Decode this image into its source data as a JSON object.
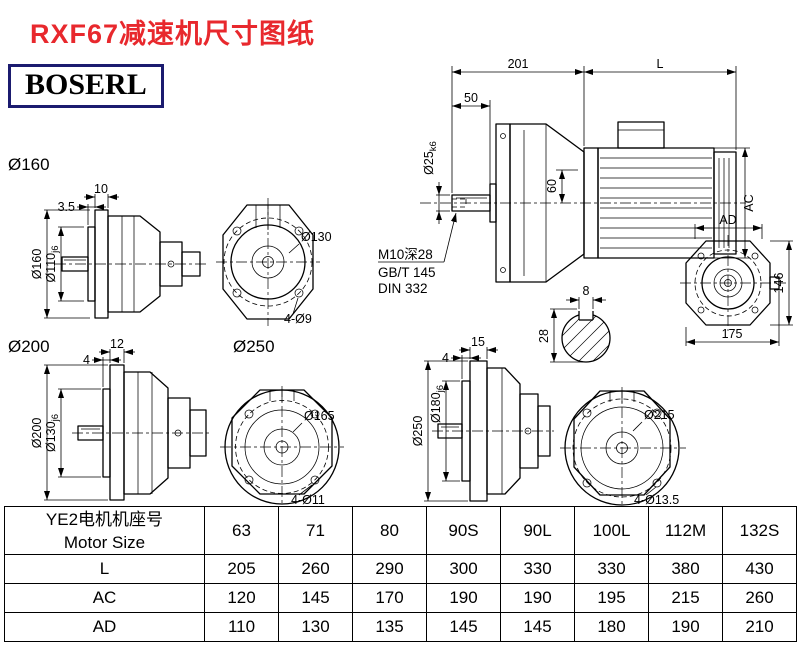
{
  "page": {
    "title": "RXF67减速机尺寸图纸",
    "brand": "BOSERL"
  },
  "colors": {
    "title": "#e8282d",
    "brand_border": "#1b1b6f",
    "line": "#000000"
  },
  "groups": {
    "g160": "Ø160",
    "g200": "Ø200",
    "g250": "Ø250"
  },
  "flange160": {
    "width": "10",
    "step": "3.5",
    "outer": "Ø160",
    "pilot": "Ø110",
    "pilot_tol": "j6",
    "bolt_circle": "Ø130",
    "holes": "4-Ø9"
  },
  "flange200": {
    "width": "12",
    "step": "4",
    "outer": "Ø200",
    "pilot": "Ø130",
    "pilot_tol": "j6",
    "bolt_circle": "Ø165",
    "holes": "4-Ø11"
  },
  "flange250": {
    "width": "15",
    "step": "4",
    "outer": "Ø250",
    "pilot": "Ø180",
    "pilot_tol": "j6",
    "bolt_circle": "Ø215",
    "holes": "4-Ø13.5"
  },
  "assembly": {
    "gearbox_length": "201",
    "motor_length": "L",
    "shaft_length": "50",
    "shaft_dia": "Ø25",
    "shaft_tol": "k6",
    "bore": "60",
    "motor_height": "AC",
    "tap_note": "M10深28",
    "std_1": "GB/T 145",
    "std_2": "DIN 332"
  },
  "rear_view": {
    "top": "AD",
    "height": "146",
    "width": "175"
  },
  "key_section": {
    "key_width": "8",
    "height": "28"
  },
  "table": {
    "header_cn": "YE2电机机座号",
    "header_en": "Motor Size",
    "sizes": [
      "63",
      "71",
      "80",
      "90S",
      "90L",
      "100L",
      "112M",
      "132S"
    ],
    "rows": [
      {
        "label": "L",
        "values": [
          "205",
          "260",
          "290",
          "300",
          "330",
          "330",
          "380",
          "430"
        ]
      },
      {
        "label": "AC",
        "values": [
          "120",
          "145",
          "170",
          "190",
          "190",
          "195",
          "215",
          "260"
        ]
      },
      {
        "label": "AD",
        "values": [
          "110",
          "130",
          "135",
          "145",
          "145",
          "180",
          "190",
          "210"
        ]
      }
    ]
  }
}
